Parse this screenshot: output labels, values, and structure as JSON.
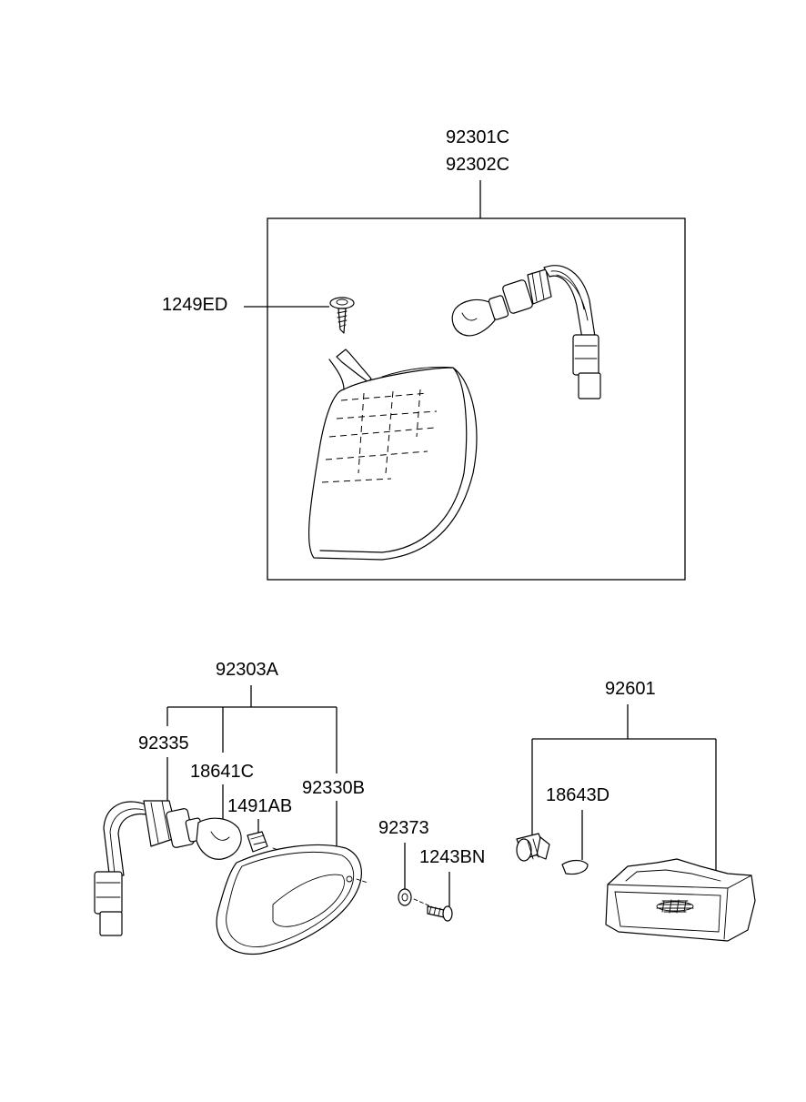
{
  "labels": {
    "p92301c": "92301C",
    "p92302c": "92302C",
    "p1249ed": "1249ED",
    "p92303a": "92303A",
    "p92335": "92335",
    "p18641c": "18641C",
    "p1491ab": "1491AB",
    "p92330b": "92330B",
    "p92373": "92373",
    "p1243bn": "1243BN",
    "p92601": "92601",
    "p18643d": "18643D"
  }
}
